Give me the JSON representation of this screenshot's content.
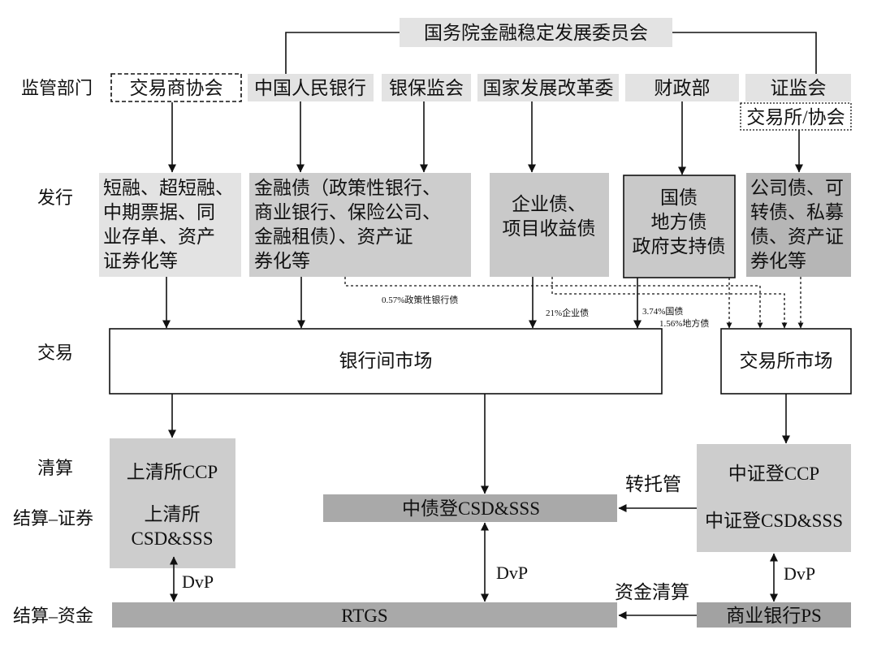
{
  "council": "国务院金融稳定发展委员会",
  "row_labels": {
    "regulators": "监管部门",
    "issuance": "发行",
    "trading": "交易",
    "clearing": "清算",
    "securities_settlement": "结算–证券",
    "funds_settlement": "结算–资金"
  },
  "regulators": {
    "nafmii": "交易商协会",
    "pboc": "中国人民银行",
    "cbirc": "银保监会",
    "ndrc": "国家发展改革委",
    "mof": "财政部",
    "csrc": "证监会",
    "exchange_association": "交易所/协会"
  },
  "issuance": {
    "nafmii_products": [
      "短融、超短融、",
      "中期票据、同",
      "业存单、资产",
      "证券化等"
    ],
    "financial_bonds": [
      "金融债（政策性银行、",
      "商业银行、保险公司、",
      "金融租债）、资产证",
      "券化等"
    ],
    "enterprise_bonds": [
      "企业债、",
      "项目收益债"
    ],
    "government_bonds": [
      "国债",
      "地方债",
      "政府支持债"
    ],
    "corporate_bonds": [
      "公司债、可",
      "转债、私募",
      "债、资产证",
      "券化等"
    ]
  },
  "cross_listing": {
    "policy_bank": "0.57%政策性银行债",
    "enterprise": "21%企业债",
    "treasury": "3.74%国债",
    "local_gov": "1.56%地方债"
  },
  "trading": {
    "interbank": "银行间市场",
    "exchange": "交易所市场"
  },
  "settlement": {
    "shclearing_ccp": "上清所CCP",
    "shclearing_name": "上清所",
    "shclearing_csd": "CSD&SSS",
    "ccdc": "中债登CSD&SSS",
    "csdc_ccp": "中证登CCP",
    "csdc_csd": "中证登CSD&SSS",
    "transfer_custody": "转托管",
    "dvp_left": "DvP",
    "dvp_center": "DvP",
    "dvp_right": "DvP",
    "fund_clearing": "资金清算",
    "rtgs": "RTGS",
    "commercial_bank_ps": "商业银行PS"
  },
  "colors": {
    "light": "#e3e3e3",
    "mid": "#cdcdcd",
    "midbox": "#c9c9c9",
    "dark": "#b6b6b6",
    "bar": "#a9a9a9",
    "bar_dark": "#a2a2a2",
    "white": "#ffffff"
  }
}
